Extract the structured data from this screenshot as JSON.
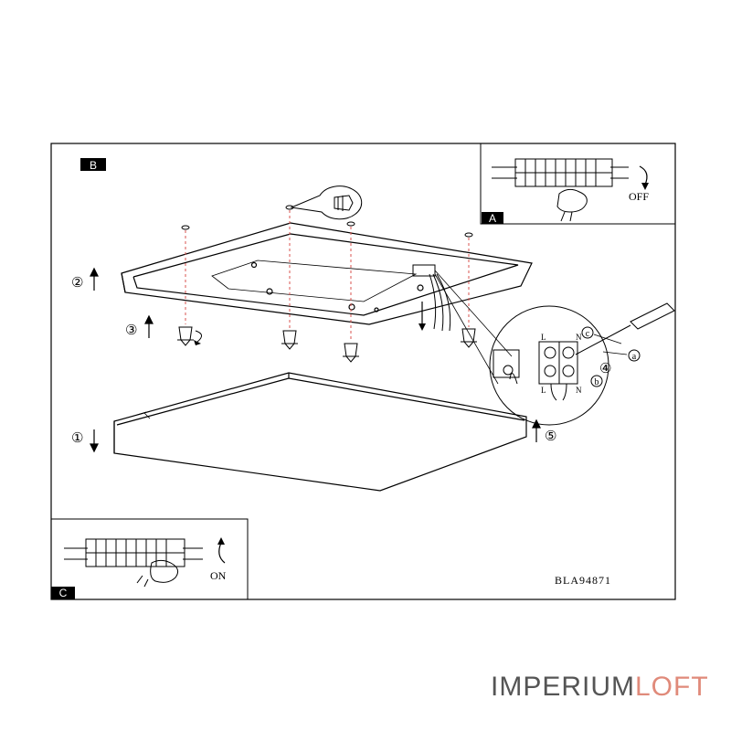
{
  "panels": {
    "a": "A",
    "b": "B",
    "c": "C"
  },
  "steps": {
    "s1": "①",
    "s2": "②",
    "s3": "③",
    "s4": "④",
    "s5": "⑤"
  },
  "wire_labels": {
    "a": "a",
    "b": "b",
    "c": "c",
    "L": "L",
    "N": "N"
  },
  "switch_off": "OFF",
  "switch_on": "ON",
  "model_code": "BLA94871",
  "watermark": {
    "part1": "IMPERIUM",
    "part2": "LOFT",
    "color1": "#555555",
    "color2": "#e08a7a"
  }
}
